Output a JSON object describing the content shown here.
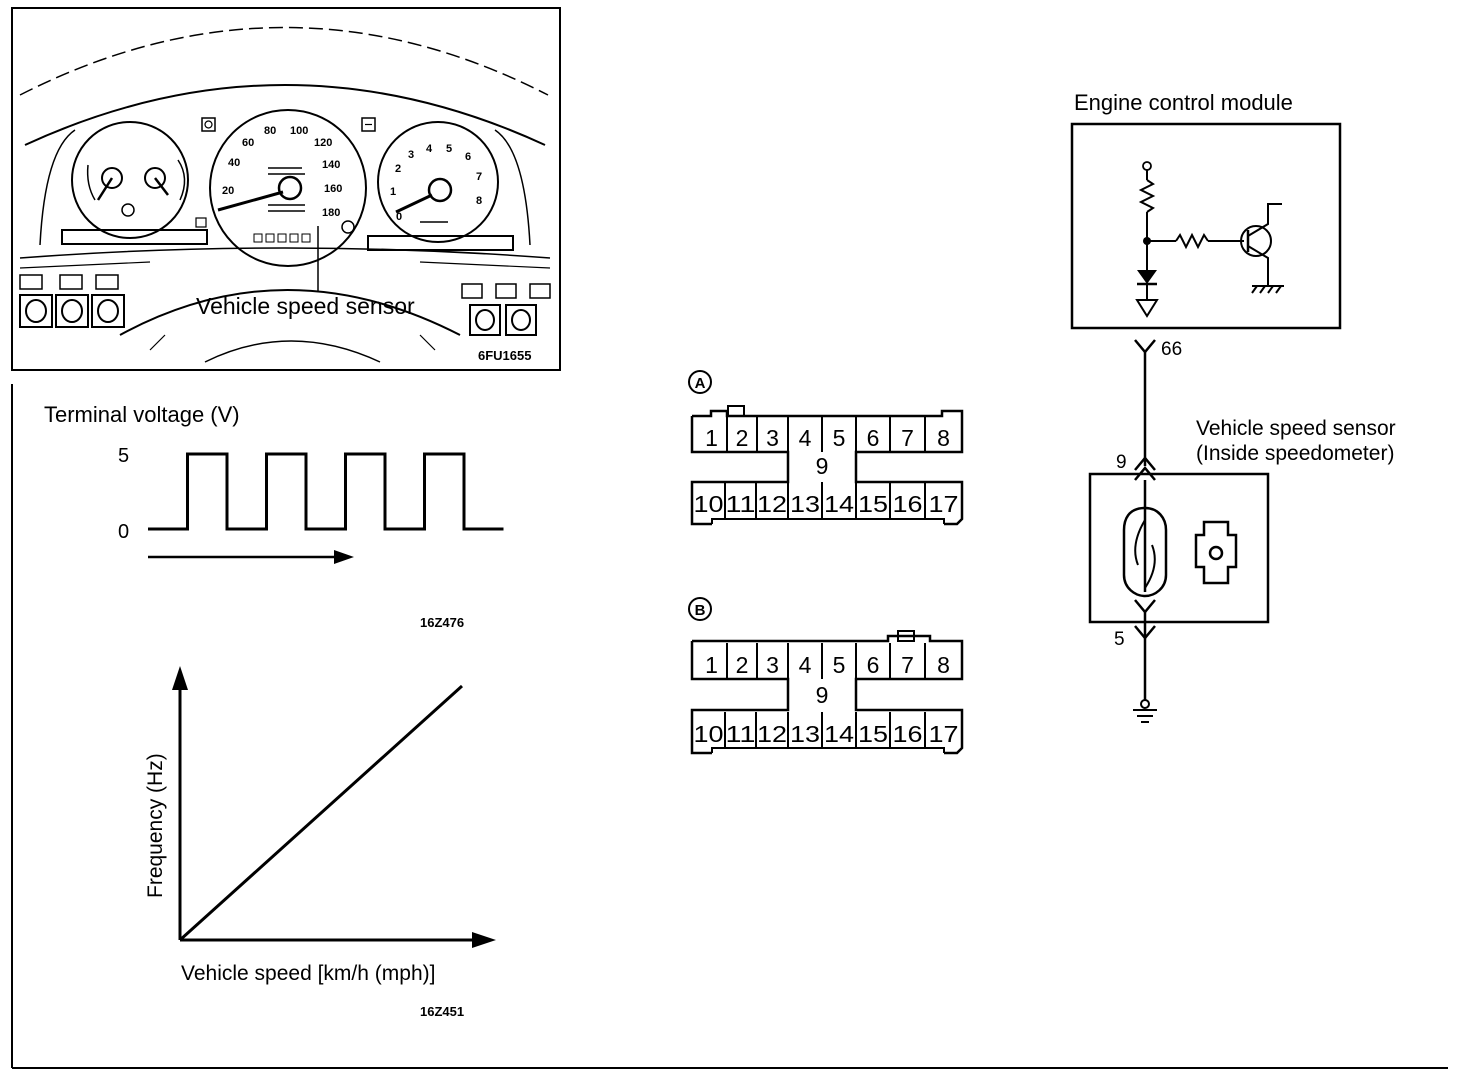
{
  "cluster": {
    "label": "Vehicle speed sensor",
    "code": "6FU1655",
    "speedo_ticks": [
      "20",
      "40",
      "60",
      "80",
      "100",
      "120",
      "140",
      "160",
      "180"
    ],
    "tacho_ticks": [
      "0",
      "1",
      "2",
      "3",
      "4",
      "5",
      "6",
      "7",
      "8"
    ]
  },
  "voltage_chart": {
    "ylabel": "Terminal voltage (V)",
    "y_high": "5",
    "y_low": "0",
    "code": "16Z476"
  },
  "freq_chart": {
    "ylabel": "Frequency (Hz)",
    "xlabel": "Vehicle speed [km/h (mph)]",
    "code": "16Z451"
  },
  "chart_data": [
    {
      "type": "line",
      "ylabel": "Terminal voltage (V)",
      "yticks": [
        "0",
        "5"
      ],
      "x": [
        0,
        1,
        1,
        2,
        2,
        3,
        3,
        4,
        4,
        5,
        5,
        6,
        6,
        7,
        7,
        8,
        8,
        9
      ],
      "values": [
        0,
        0,
        5,
        5,
        0,
        0,
        5,
        5,
        0,
        0,
        5,
        5,
        0,
        0,
        5,
        5,
        0,
        0
      ]
    },
    {
      "type": "line",
      "xlabel": "Vehicle speed [km/h (mph)]",
      "ylabel": "Frequency (Hz)",
      "x": [
        0,
        1
      ],
      "values": [
        0,
        1
      ]
    }
  ],
  "connectors": {
    "a": {
      "label": "A",
      "top_row": [
        "1",
        "2",
        "3",
        "4",
        "5",
        "6",
        "7",
        "8"
      ],
      "middle": "9",
      "bottom_row": [
        "10",
        "11",
        "12",
        "13",
        "14",
        "15",
        "16",
        "17"
      ]
    },
    "b": {
      "label": "B",
      "top_row": [
        "1",
        "2",
        "3",
        "4",
        "5",
        "6",
        "7",
        "8"
      ],
      "middle": "9",
      "bottom_row": [
        "10",
        "11",
        "12",
        "13",
        "14",
        "15",
        "16",
        "17"
      ]
    }
  },
  "circuit": {
    "ecm_label": "Engine control module",
    "ecm_pin": "66",
    "vss_label_1": "Vehicle speed sensor",
    "vss_label_2": "(Inside speedometer)",
    "pin_top": "9",
    "pin_bottom": "5"
  }
}
